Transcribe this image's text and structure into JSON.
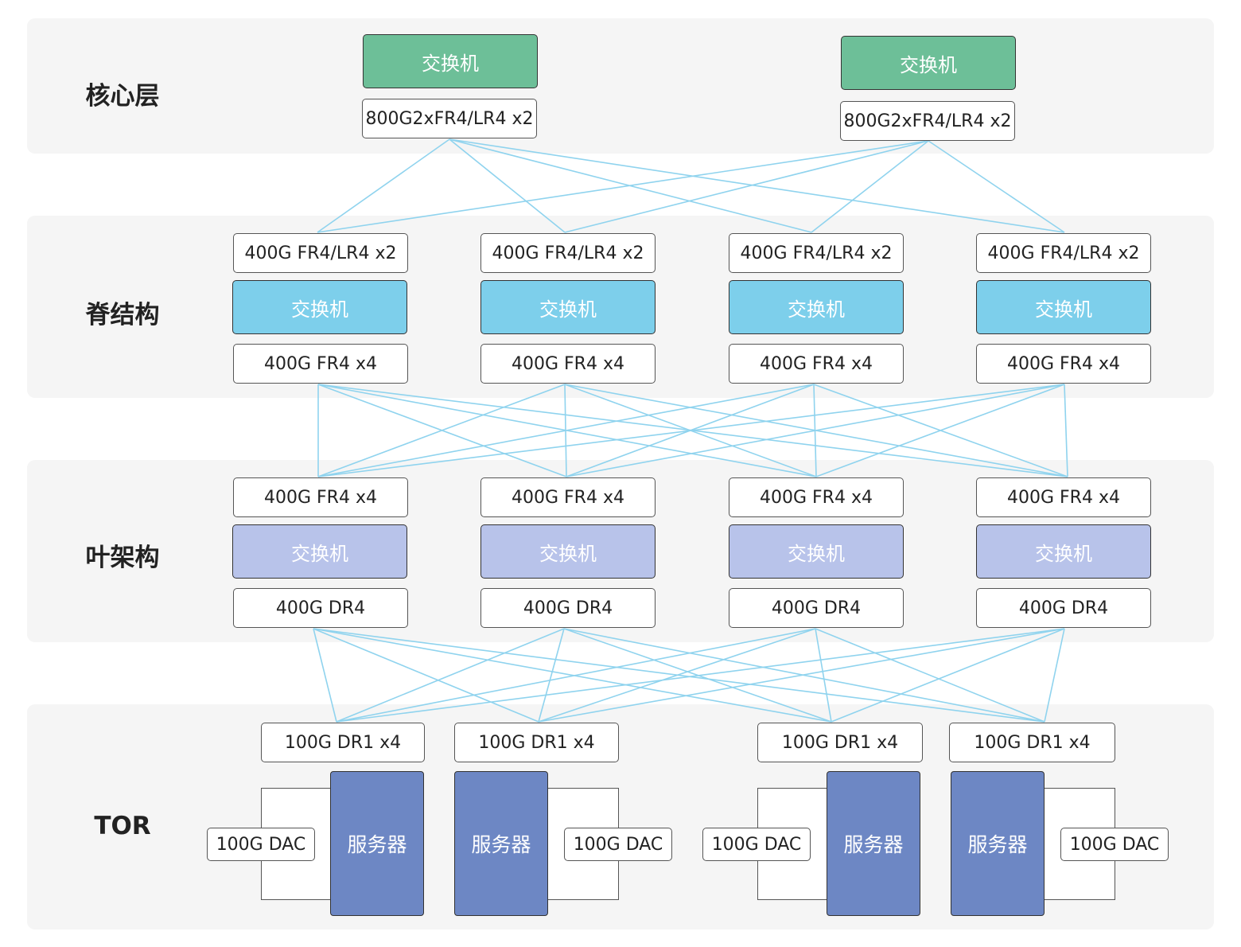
{
  "layers": {
    "core": "核心层",
    "spine": "脊结构",
    "leaf": "叶架构",
    "tor": "TOR"
  },
  "core": {
    "switches": [
      "交换机",
      "交换机"
    ],
    "ports": [
      "800G2xFR4/LR4 x2",
      "800G2xFR4/LR4 x2"
    ]
  },
  "spine": {
    "up_ports": [
      "400G FR4/LR4 x2",
      "400G FR4/LR4 x2",
      "400G FR4/LR4 x2",
      "400G FR4/LR4 x2"
    ],
    "switches": [
      "交换机",
      "交换机",
      "交换机",
      "交换机"
    ],
    "down_ports": [
      "400G FR4 x4",
      "400G FR4 x4",
      "400G FR4 x4",
      "400G FR4 x4"
    ]
  },
  "leaf": {
    "up_ports": [
      "400G FR4 x4",
      "400G FR4 x4",
      "400G FR4 x4",
      "400G FR4 x4"
    ],
    "switches": [
      "交换机",
      "交换机",
      "交换机",
      "交换机"
    ],
    "down_ports": [
      "400G DR4",
      "400G DR4",
      "400G DR4",
      "400G DR4"
    ]
  },
  "tor": {
    "ports": [
      "100G DR1 x4",
      "100G DR1 x4",
      "100G DR1 x4",
      "100G DR1 x4"
    ],
    "servers": [
      "服务器",
      "服务器",
      "服务器",
      "服务器"
    ],
    "dac": [
      "100G DAC",
      "100G DAC",
      "100G DAC",
      "100G DAC"
    ]
  },
  "colors": {
    "core_switch": "#6dbf98",
    "spine_switch": "#7dcfeb",
    "leaf_switch": "#b8c3ea",
    "server": "#6d87c4",
    "link": "#8fd3ee"
  }
}
